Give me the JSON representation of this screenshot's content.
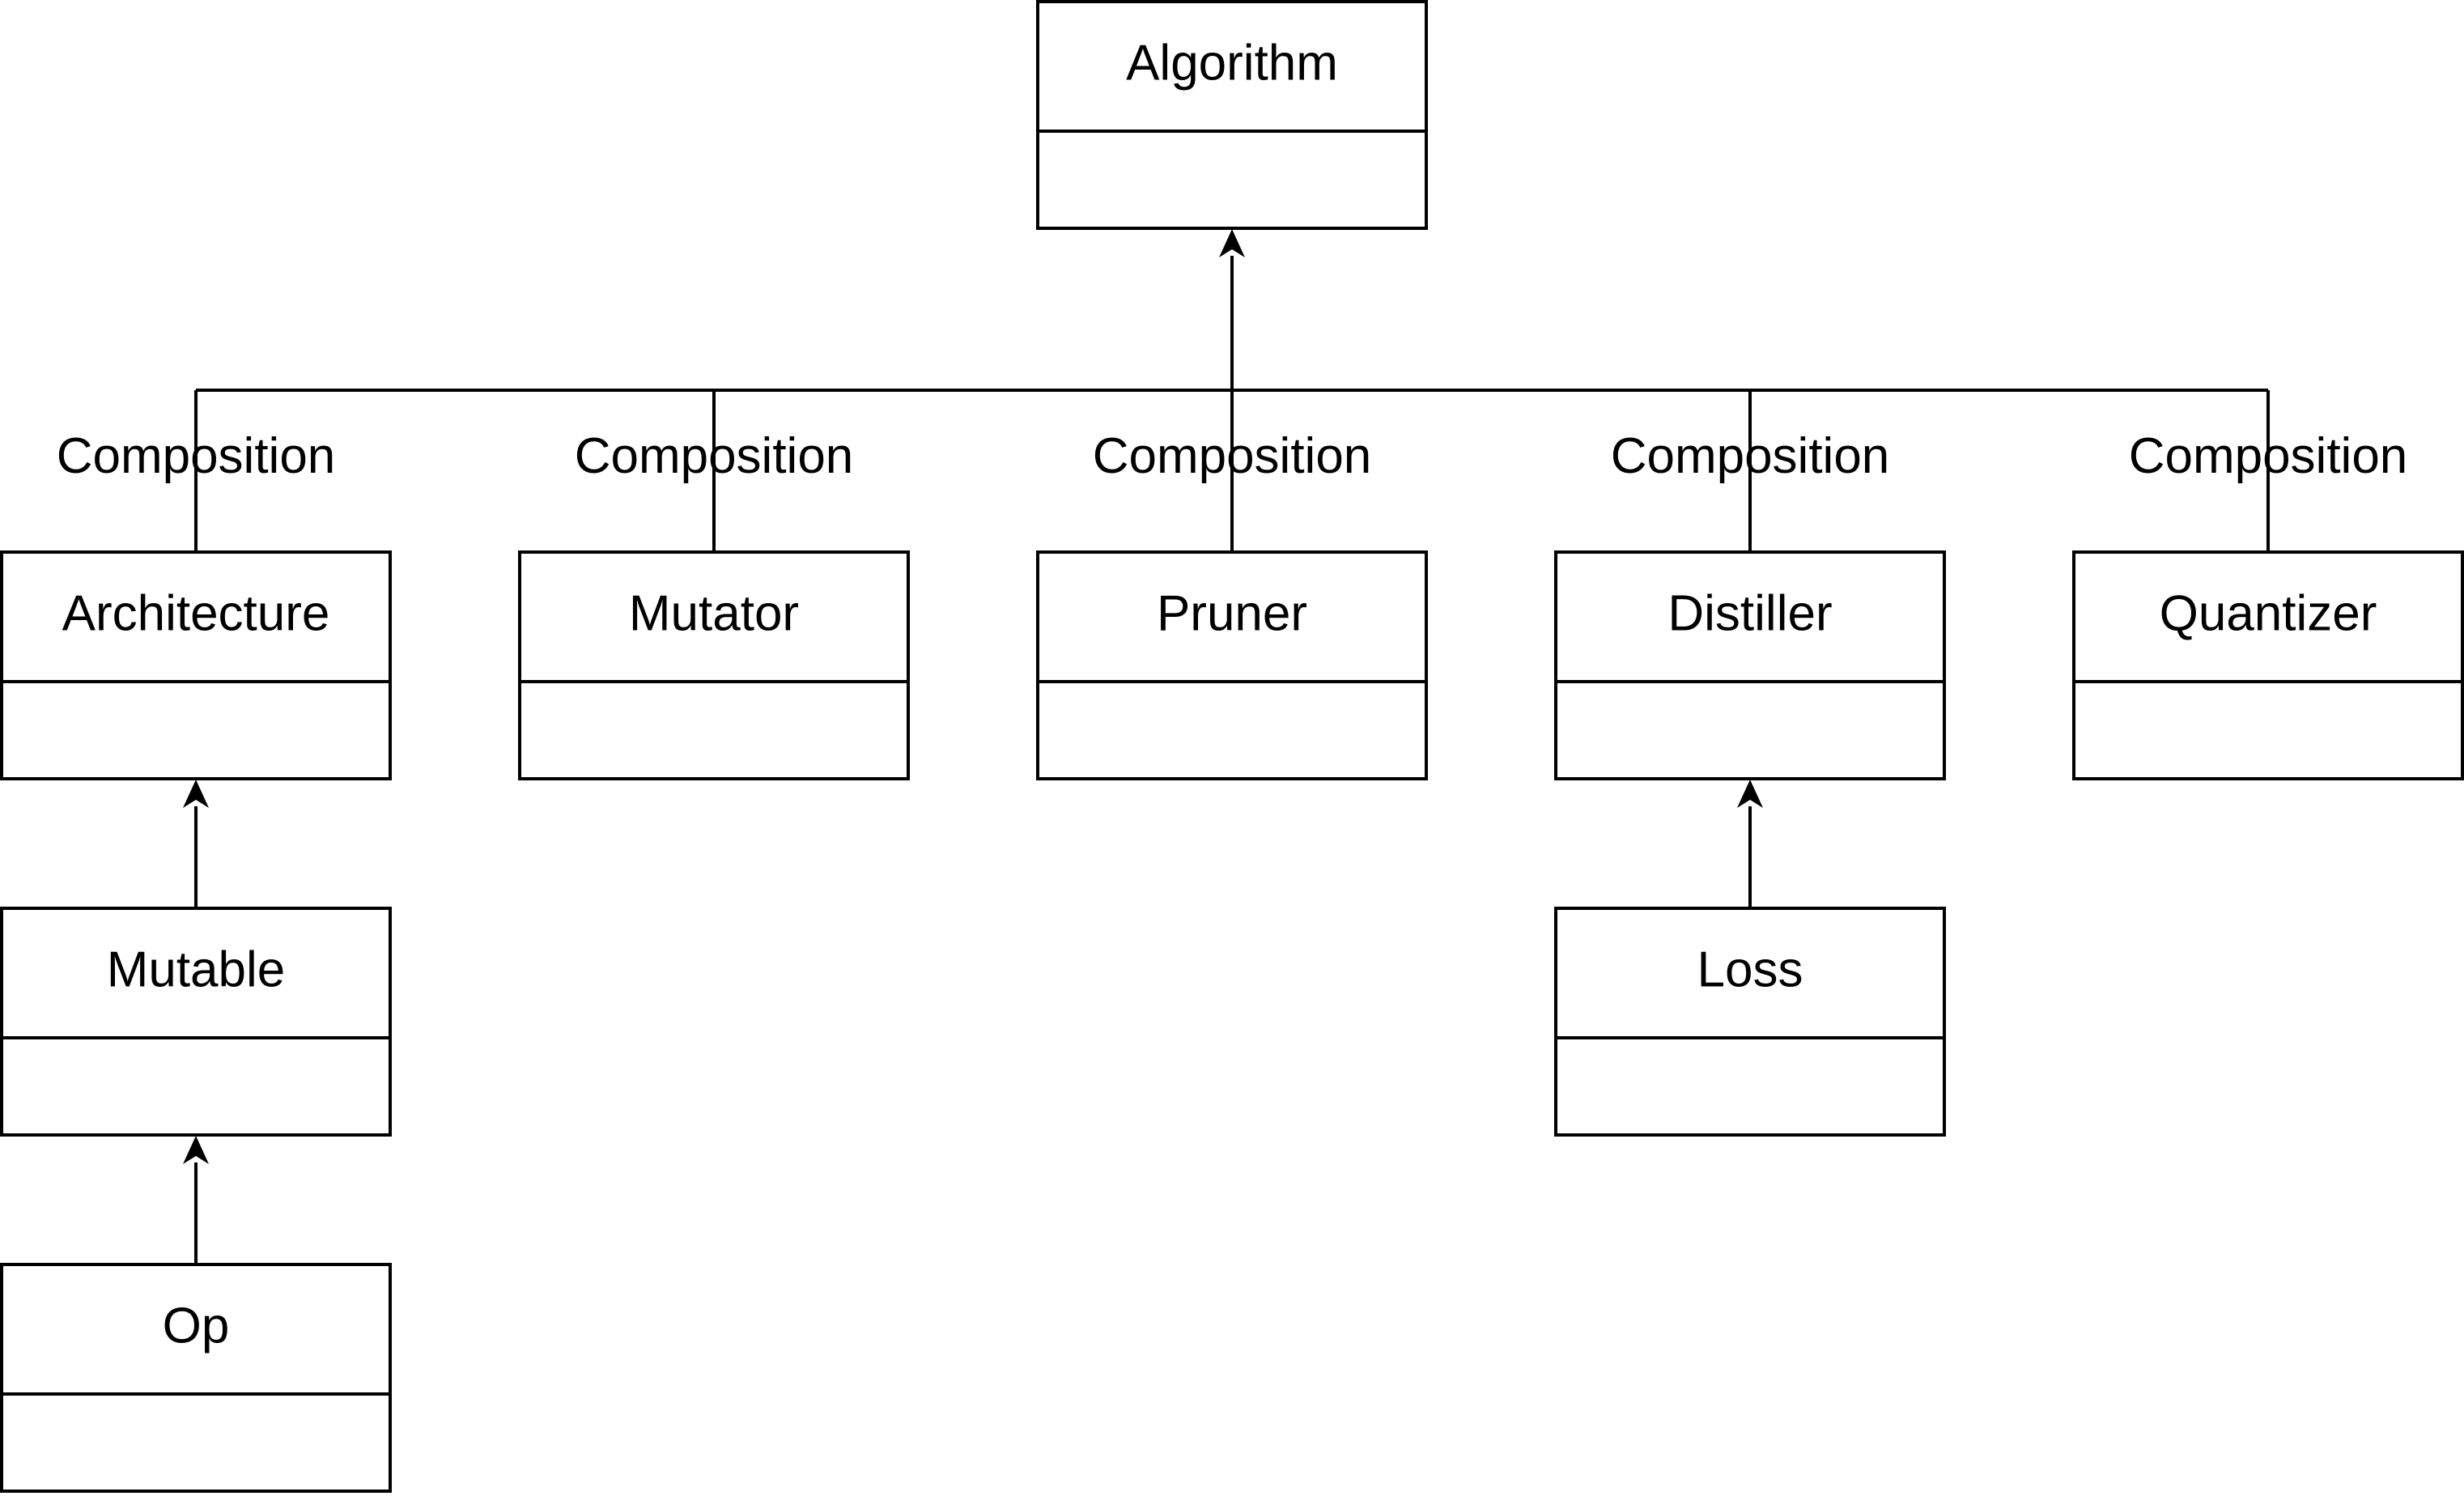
{
  "classes": {
    "algorithm": "Algorithm",
    "architecture": "Architecture",
    "mutator": "Mutator",
    "pruner": "Pruner",
    "distiller": "Distiller",
    "quantizer": "Quantizer",
    "mutable": "Mutable",
    "op": "Op",
    "loss": "Loss"
  },
  "edges": {
    "composition_architecture": "Composition",
    "composition_mutator": "Composition",
    "composition_pruner": "Composition",
    "composition_distiller": "Composition",
    "composition_quantizer": "Composition"
  }
}
